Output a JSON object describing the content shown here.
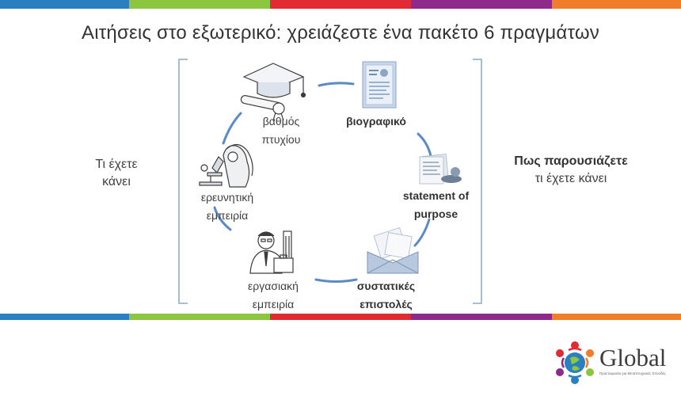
{
  "stripe_colors": [
    "#2a7fc1",
    "#8cc63f",
    "#e22a33",
    "#8e2a8a",
    "#f07d2a"
  ],
  "title": "Αιτήσεις στο εξωτερικό: χρειάζεστε ένα πακέτο 6 πραγμάτων",
  "left_side": {
    "line1": "Τι έχετε",
    "line2": "κάνει"
  },
  "right_side": {
    "line1": "Πως παρουσιάζετε",
    "line2": "τι έχετε κάνει"
  },
  "cycle": {
    "items": [
      {
        "line1": "βαθμός",
        "line2": "πτυχίου",
        "icon": "graduation-cap-icon"
      },
      {
        "line1": "βιογραφικό",
        "line2": "",
        "icon": "resume-document-icon"
      },
      {
        "line1": "statement of",
        "line2": "purpose",
        "icon": "statement-documents-icon"
      },
      {
        "line1": "συστατικές",
        "line2": "επιστολές",
        "icon": "envelope-letters-icon"
      },
      {
        "line1": "εργασιακή",
        "line2": "εμπειρία",
        "icon": "businessman-briefcase-icon"
      },
      {
        "line1": "ερευνητική",
        "line2": "εμπειρία",
        "icon": "scientist-microscope-icon"
      }
    ]
  },
  "logo": {
    "word": "Global",
    "tagline": "Προετοιμασία για Μεταπτυχιακές Σπουδές"
  }
}
